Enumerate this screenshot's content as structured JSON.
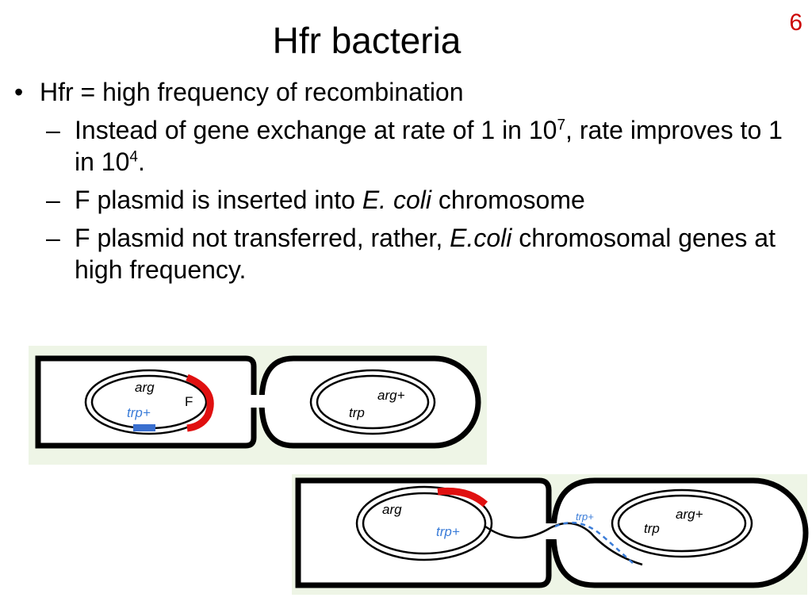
{
  "slide": {
    "number": "6",
    "title": "Hfr bacteria"
  },
  "bullets": {
    "main": "Hfr = high frequency of recombination",
    "sub1": {
      "part1": "Instead of gene exchange at rate of 1 in 10",
      "sup1": "7",
      "part2": ", rate improves to 1 in 10",
      "sup2": "4",
      "part3": "."
    },
    "sub2": {
      "part1": "F plasmid is inserted into ",
      "italic": "E. coli",
      "part2": " chromosome"
    },
    "sub3": {
      "part1": "F plasmid not transferred, rather, ",
      "italic": "E.coli",
      "part2": " chromosomal genes at high frequency."
    }
  },
  "diagram": {
    "top_left_cell": {
      "gene1": "arg",
      "gene2": "trp+",
      "plasmid_label": "F"
    },
    "top_right_cell": {
      "gene1": "arg+",
      "gene2": "trp"
    },
    "bottom_left_cell": {
      "gene1": "arg",
      "gene2": "trp+"
    },
    "bottom_right_cell": {
      "gene1": "arg+",
      "gene2": "trp",
      "transfer_label": "trp+"
    },
    "colors": {
      "plasmid": "#e01010",
      "trp_marker": "#3a6fcf",
      "trp_label": "#3a7cd8",
      "slide_number": "#cc0000"
    }
  }
}
